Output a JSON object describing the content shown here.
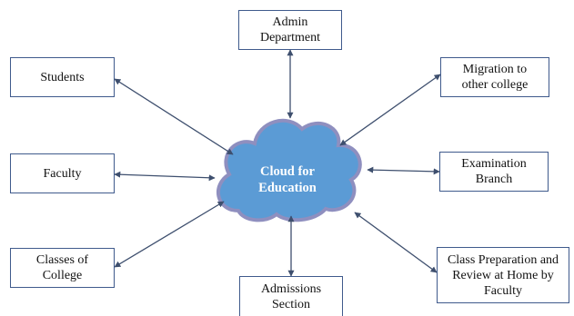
{
  "diagram": {
    "center": {
      "label": "Cloud for\nEducation"
    },
    "nodes": {
      "admin": "Admin\nDepartment",
      "students": "Students",
      "migration": "Migration to\nother college",
      "faculty": "Faculty",
      "examination": "Examination\nBranch",
      "classes": "Classes of\nCollege",
      "class_prep": "Class Preparation and\nReview at Home by\nFaculty",
      "admissions": "Admissions\nSection"
    },
    "colors": {
      "cloud_fill": "#5b9bd5",
      "cloud_stroke": "#8f8fbf",
      "box_border": "#3f5a8c",
      "arrow": "#3e4f6e"
    },
    "connectors": "bidirectional"
  }
}
